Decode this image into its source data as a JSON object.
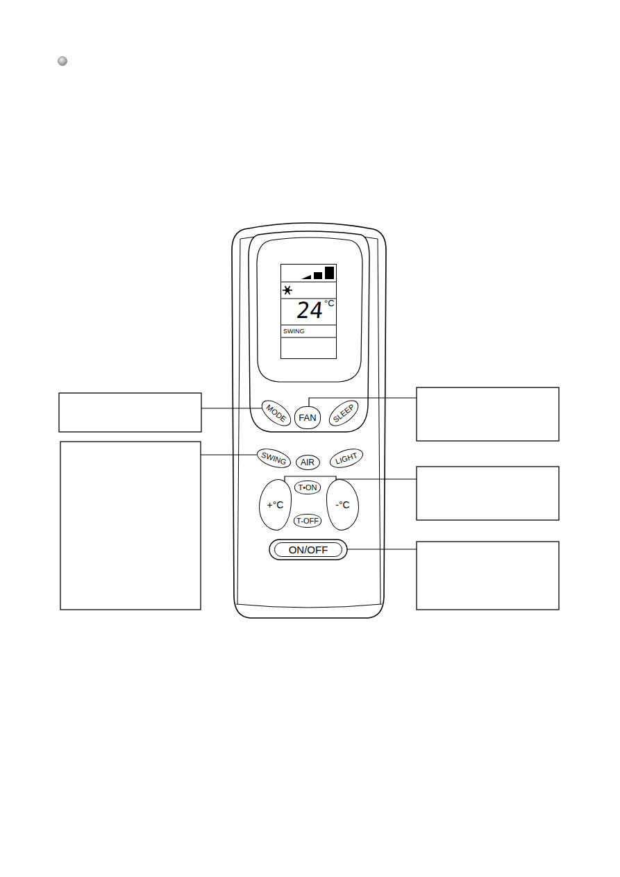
{
  "diagram": {
    "nodes": [
      {
        "text": [
          "24",
          "°C",
          "SWING"
        ]
      },
      {
        "text": [
          "MODE"
        ]
      },
      {
        "text": [
          "FAN"
        ]
      },
      {
        "text": [
          "SLEEP"
        ]
      },
      {
        "text": [
          "SWING"
        ]
      },
      {
        "text": [
          "AIR"
        ]
      },
      {
        "text": [
          "LIGHT"
        ]
      },
      {
        "text": [
          "T•ON"
        ]
      },
      {
        "text": [
          "+°C"
        ]
      },
      {
        "text": [
          "-°C"
        ]
      },
      {
        "text": [
          "T-OFF"
        ]
      },
      {
        "text": [
          "ON/OFF"
        ]
      }
    ]
  }
}
